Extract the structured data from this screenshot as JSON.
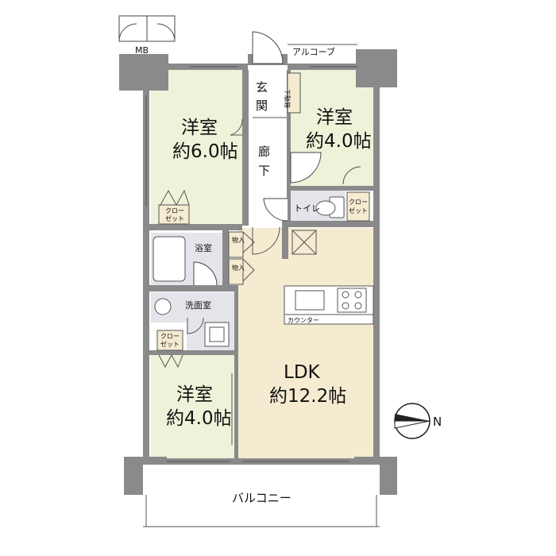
{
  "labels": {
    "mb": "MB",
    "alcove": "アルコーブ",
    "entrance_1": "玄",
    "entrance_2": "関",
    "shoe_box": "下駄箱",
    "hall_1": "廊",
    "hall_2": "下",
    "room1_name": "洋室",
    "room1_size": "約6.0帖",
    "room2_name": "洋室",
    "room2_size": "約4.0帖",
    "room3_name": "洋室",
    "room3_size": "約4.0帖",
    "toilet": "トイレ",
    "closet_line1": "クロー",
    "closet_line2": "ゼット",
    "bath": "浴室",
    "storage": "物入",
    "washroom": "洗面室",
    "counter": "カウンター",
    "ldk_name": "LDK",
    "ldk_size": "約12.2帖",
    "balcony": "バルコニー",
    "north_mark": "N"
  },
  "colors": {
    "wall": "#8a8a8a",
    "room_floor": "#eef2d9",
    "ldk_floor": "#f5ebd1",
    "wet_floor": "#e3e5ea"
  }
}
